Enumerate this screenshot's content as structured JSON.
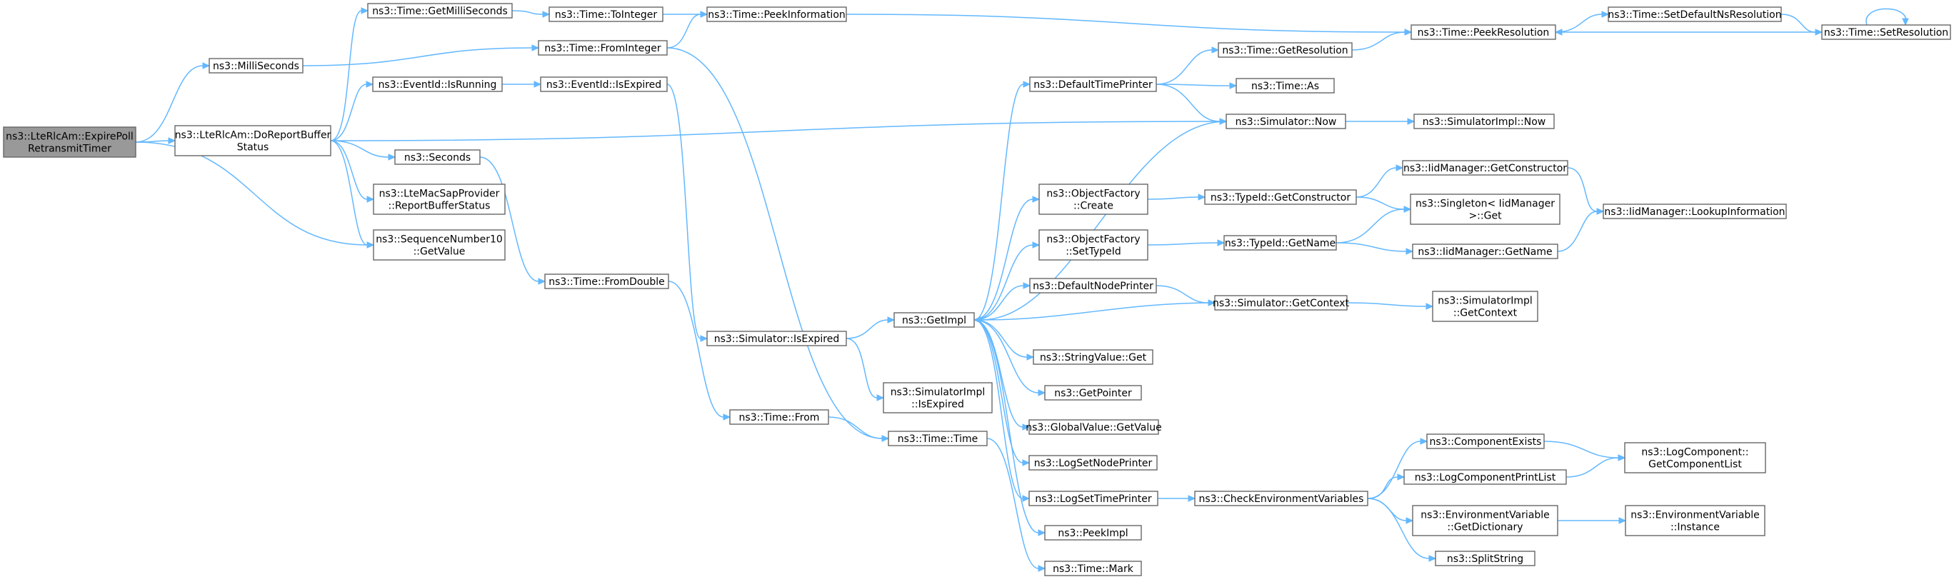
{
  "graph": {
    "edge_color": "#63b8ff",
    "node_border_color": "#666666",
    "root_fill": "#999999",
    "nodes": [
      {
        "id": "root",
        "lines": [
          "ns3::LteRlcAm::ExpirePoll",
          "RetransmitTimer"
        ]
      },
      {
        "id": "millisec",
        "lines": [
          "ns3::MilliSeconds"
        ]
      },
      {
        "id": "doreport",
        "lines": [
          "ns3::LteRlcAm::DoReportBuffer",
          "Status"
        ]
      },
      {
        "id": "seqget",
        "lines": [
          "ns3::SequenceNumber10",
          "::GetValue"
        ]
      },
      {
        "id": "getmilli",
        "lines": [
          "ns3::Time::GetMilliSeconds"
        ]
      },
      {
        "id": "isrunning",
        "lines": [
          "ns3::EventId::IsRunning"
        ]
      },
      {
        "id": "seconds",
        "lines": [
          "ns3::Seconds"
        ]
      },
      {
        "id": "report",
        "lines": [
          "ns3::LteMacSapProvider",
          "::ReportBufferStatus"
        ]
      },
      {
        "id": "tointeger",
        "lines": [
          "ns3::Time::ToInteger"
        ]
      },
      {
        "id": "frominteger",
        "lines": [
          "ns3::Time::FromInteger"
        ]
      },
      {
        "id": "evexpired",
        "lines": [
          "ns3::EventId::IsExpired"
        ]
      },
      {
        "id": "fromdouble",
        "lines": [
          "ns3::Time::FromDouble"
        ]
      },
      {
        "id": "from",
        "lines": [
          "ns3::Time::From"
        ]
      },
      {
        "id": "peekinfo",
        "lines": [
          "ns3::Time::PeekInformation"
        ]
      },
      {
        "id": "simexpired",
        "lines": [
          "ns3::Simulator::IsExpired"
        ]
      },
      {
        "id": "simimplexpired",
        "lines": [
          "ns3::SimulatorImpl",
          "::IsExpired"
        ]
      },
      {
        "id": "time",
        "lines": [
          "ns3::Time::Time"
        ]
      },
      {
        "id": "getimpl",
        "lines": [
          "ns3::GetImpl"
        ]
      },
      {
        "id": "defaulttime",
        "lines": [
          "ns3::DefaultTimePrinter"
        ]
      },
      {
        "id": "ofcreate",
        "lines": [
          "ns3::ObjectFactory",
          "::Create"
        ]
      },
      {
        "id": "ofsettype",
        "lines": [
          "ns3::ObjectFactory",
          "::SetTypeId"
        ]
      },
      {
        "id": "defaultnode",
        "lines": [
          "ns3::DefaultNodePrinter"
        ]
      },
      {
        "id": "stringget",
        "lines": [
          "ns3::StringValue::Get"
        ]
      },
      {
        "id": "getpointer",
        "lines": [
          "ns3::GetPointer"
        ]
      },
      {
        "id": "globalget",
        "lines": [
          "ns3::GlobalValue::GetValue"
        ]
      },
      {
        "id": "lognode",
        "lines": [
          "ns3::LogSetNodePrinter"
        ]
      },
      {
        "id": "logtime",
        "lines": [
          "ns3::LogSetTimePrinter"
        ]
      },
      {
        "id": "peekimpl",
        "lines": [
          "ns3::PeekImpl"
        ]
      },
      {
        "id": "mark",
        "lines": [
          "ns3::Time::Mark"
        ]
      },
      {
        "id": "getres",
        "lines": [
          "ns3::Time::GetResolution"
        ]
      },
      {
        "id": "as",
        "lines": [
          "ns3::Time::As"
        ]
      },
      {
        "id": "simnow",
        "lines": [
          "ns3::Simulator::Now"
        ]
      },
      {
        "id": "getctor",
        "lines": [
          "ns3::TypeId::GetConstructor"
        ]
      },
      {
        "id": "getname",
        "lines": [
          "ns3::TypeId::GetName"
        ]
      },
      {
        "id": "getcontext",
        "lines": [
          "ns3::Simulator::GetContext"
        ]
      },
      {
        "id": "checkenv",
        "lines": [
          "ns3::CheckEnvironmentVariables"
        ]
      },
      {
        "id": "peekres",
        "lines": [
          "ns3::Time::PeekResolution"
        ]
      },
      {
        "id": "implnow",
        "lines": [
          "ns3::SimulatorImpl::Now"
        ]
      },
      {
        "id": "iidctor",
        "lines": [
          "ns3::IidManager::GetConstructor"
        ]
      },
      {
        "id": "singleton",
        "lines": [
          "ns3::Singleton< IidManager",
          " >::Get"
        ]
      },
      {
        "id": "iidname",
        "lines": [
          "ns3::IidManager::GetName"
        ]
      },
      {
        "id": "implctx",
        "lines": [
          "ns3::SimulatorImpl",
          "::GetContext"
        ]
      },
      {
        "id": "compexists",
        "lines": [
          "ns3::ComponentExists"
        ]
      },
      {
        "id": "printlist",
        "lines": [
          "ns3::LogComponentPrintList"
        ]
      },
      {
        "id": "envdict",
        "lines": [
          "ns3::EnvironmentVariable",
          "::GetDictionary"
        ]
      },
      {
        "id": "split",
        "lines": [
          "ns3::SplitString"
        ]
      },
      {
        "id": "setdefaultns",
        "lines": [
          "ns3::Time::SetDefaultNsResolution"
        ]
      },
      {
        "id": "setres",
        "lines": [
          "ns3::Time::SetResolution"
        ]
      },
      {
        "id": "lookup",
        "lines": [
          "ns3::IidManager::LookupInformation"
        ]
      },
      {
        "id": "compdetlist",
        "lines": [
          "ns3::LogComponent::",
          "GetComponentList"
        ]
      },
      {
        "id": "envinst",
        "lines": [
          "ns3::EnvironmentVariable",
          "::Instance"
        ]
      }
    ],
    "edges": [
      [
        "root",
        "millisec"
      ],
      [
        "root",
        "doreport"
      ],
      [
        "root",
        "seqget"
      ],
      [
        "millisec",
        "frominteger"
      ],
      [
        "doreport",
        "getmilli"
      ],
      [
        "doreport",
        "isrunning"
      ],
      [
        "doreport",
        "seconds"
      ],
      [
        "doreport",
        "report"
      ],
      [
        "doreport",
        "seqget"
      ],
      [
        "doreport",
        "simnow"
      ],
      [
        "getmilli",
        "tointeger"
      ],
      [
        "tointeger",
        "peekinfo"
      ],
      [
        "frominteger",
        "peekinfo"
      ],
      [
        "frominteger",
        "time"
      ],
      [
        "peekinfo",
        "peekres"
      ],
      [
        "isrunning",
        "evexpired"
      ],
      [
        "evexpired",
        "simexpired"
      ],
      [
        "seconds",
        "fromdouble"
      ],
      [
        "fromdouble",
        "from"
      ],
      [
        "from",
        "time"
      ],
      [
        "simexpired",
        "getimpl"
      ],
      [
        "simexpired",
        "simimplexpired"
      ],
      [
        "time",
        "mark"
      ],
      [
        "getimpl",
        "defaulttime"
      ],
      [
        "getimpl",
        "ofcreate"
      ],
      [
        "getimpl",
        "ofsettype"
      ],
      [
        "getimpl",
        "defaultnode"
      ],
      [
        "getimpl",
        "stringget"
      ],
      [
        "getimpl",
        "getpointer"
      ],
      [
        "getimpl",
        "globalget"
      ],
      [
        "getimpl",
        "lognode"
      ],
      [
        "getimpl",
        "logtime"
      ],
      [
        "getimpl",
        "peekimpl"
      ],
      [
        "defaulttime",
        "getres"
      ],
      [
        "defaulttime",
        "as"
      ],
      [
        "defaulttime",
        "simnow"
      ],
      [
        "getres",
        "peekres"
      ],
      [
        "simnow",
        "implnow"
      ],
      [
        "simnow",
        "getimpl"
      ],
      [
        "ofcreate",
        "getctor"
      ],
      [
        "getctor",
        "iidctor"
      ],
      [
        "getctor",
        "singleton"
      ],
      [
        "ofsettype",
        "getname"
      ],
      [
        "getname",
        "singleton"
      ],
      [
        "getname",
        "iidname"
      ],
      [
        "defaultnode",
        "getcontext"
      ],
      [
        "getcontext",
        "implctx"
      ],
      [
        "getcontext",
        "getimpl"
      ],
      [
        "logtime",
        "checkenv"
      ],
      [
        "checkenv",
        "compexists"
      ],
      [
        "checkenv",
        "printlist"
      ],
      [
        "checkenv",
        "envdict"
      ],
      [
        "checkenv",
        "split"
      ],
      [
        "peekres",
        "setdefaultns"
      ],
      [
        "setdefaultns",
        "setres"
      ],
      [
        "setres",
        "peekres"
      ],
      [
        "setres",
        "setres"
      ],
      [
        "iidctor",
        "lookup"
      ],
      [
        "iidname",
        "lookup"
      ],
      [
        "compexists",
        "compdetlist"
      ],
      [
        "printlist",
        "compdetlist"
      ],
      [
        "envdict",
        "envinst"
      ]
    ]
  }
}
